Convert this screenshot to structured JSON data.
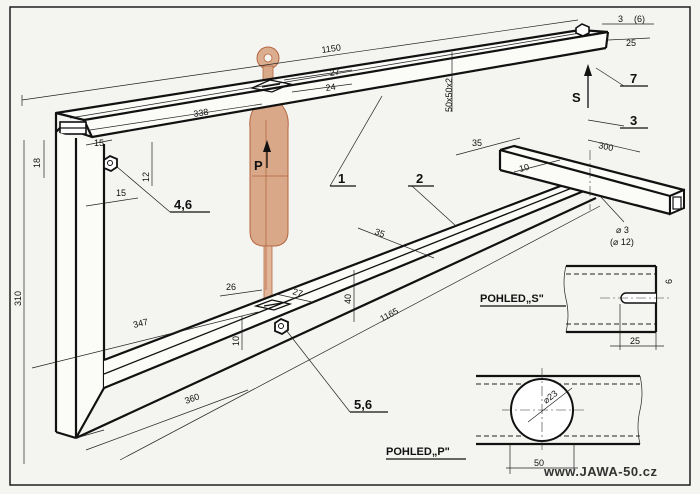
{
  "dimensions": {
    "beam_length": "1150",
    "plate_w": "27",
    "plate_w2": "24",
    "cross_pos": "338",
    "beam_section": "50x50x2",
    "end_w": "3",
    "end_w_par": "(6)",
    "end_off": "25",
    "d15a": "15",
    "d15b": "15",
    "d18": "18",
    "d12": "12",
    "d310": "310",
    "d35a": "35",
    "d300": "300",
    "d10": "10",
    "hole_d": "⌀ 3",
    "hole_d_par": "(⌀ 12)",
    "d35b": "35",
    "d26": "26",
    "d27b": "27",
    "d40": "40",
    "d1165": "1165",
    "d347": "347",
    "d10b": "10",
    "d360": "360",
    "d6": "6",
    "d25": "25",
    "d23": "⌀23",
    "d50": "50"
  },
  "parts": {
    "p1": "1",
    "p2": "2",
    "p3": "3",
    "p7": "7",
    "p46": "4,6",
    "p56": "5,6"
  },
  "forces": {
    "s": "S",
    "p": "P"
  },
  "views": {
    "s": "POHLED„S\"",
    "p": "POHLED„P\""
  },
  "site": "www.JAWA-50.cz",
  "colors": {
    "ink": "#111111",
    "paper": "#f4f4f1",
    "shock": "#d9a889",
    "shock_dark": "#b4663f"
  }
}
